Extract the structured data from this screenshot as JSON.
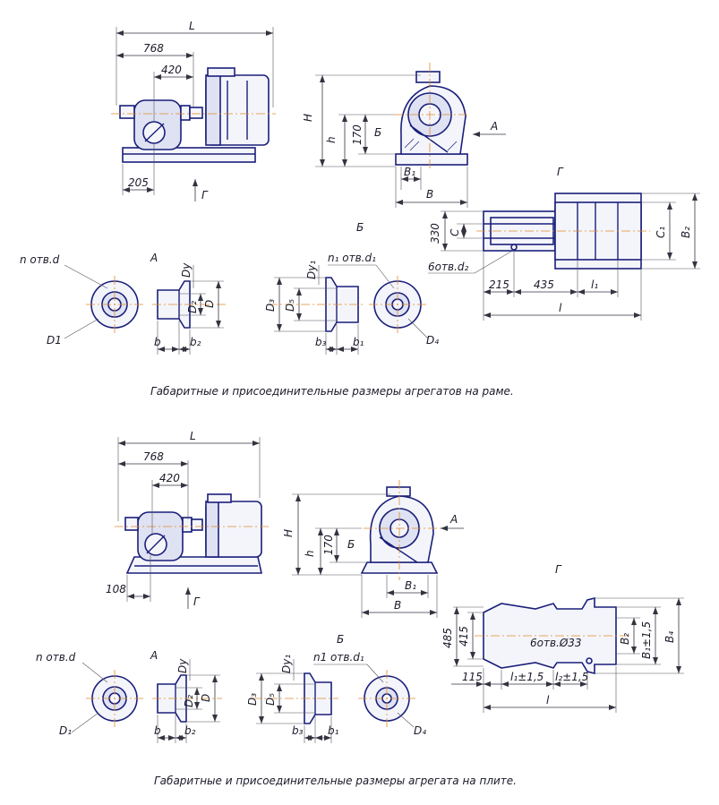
{
  "top": {
    "dims": {
      "L": "L",
      "d768": "768",
      "d420": "420",
      "d205": "205",
      "H": "H",
      "h": "h",
      "d170": "170",
      "B1": "B₁",
      "B": "B",
      "d330": "330",
      "C": "C",
      "C1": "C₁",
      "B2": "B₂",
      "d215": "215",
      "d435": "435",
      "l1": "l₁",
      "l": "l",
      "holes": "6отв.d₂"
    },
    "view_labels": {
      "G_arrow": "Г",
      "A_arrow": "А",
      "B_arrow": "Б",
      "G_view": "Г",
      "A_view": "А",
      "B_view": "Б"
    },
    "flanges": {
      "n_otv_d": "n отв.d",
      "D1": "D1",
      "Dy": "Dy",
      "D2": "D₂",
      "D": "D",
      "b": "b",
      "b2": "b₂",
      "n1_otv_d1": "n₁ отв.d₁",
      "Dy1": "Dy₁",
      "D3": "D₃",
      "D5": "D₅",
      "b3": "b₃",
      "b1": "b₁",
      "D4": "D₄"
    },
    "caption": "Габаритные и присоединительные размеры агрегатов на раме."
  },
  "bottom": {
    "dims": {
      "L": "L",
      "d768": "768",
      "d420": "420",
      "d108": "108",
      "H": "H",
      "h": "h",
      "d170": "170",
      "B1": "B₁",
      "B": "B",
      "d485": "485",
      "d415": "415",
      "B2": "B₂",
      "B1pm": "B₁±1,5",
      "B4": "B₄",
      "holes": "6отв.Ø33",
      "d115": "115",
      "l1pm": "l₁±1,5",
      "l2pm": "l₂±1,5",
      "l": "l"
    },
    "view_labels": {
      "G_arrow": "Г",
      "A_arrow": "А",
      "B_arrow": "Б",
      "G_view": "Г",
      "A_view": "А",
      "B_view": "Б"
    },
    "flanges": {
      "n_otv_d": "n отв.d",
      "D1": "D₁",
      "Dy": "Dy",
      "D2": "D₂",
      "D": "D",
      "b": "b",
      "b2": "b₂",
      "n1_otv_d1": "n1 отв.d₁",
      "Dy1": "Dy₁",
      "D3": "D₃",
      "D5": "D₅",
      "b3": "b₃",
      "b1": "b₁",
      "D4": "D₄"
    },
    "caption": "Габаритные и присоединительные размеры агрегата на плите."
  }
}
